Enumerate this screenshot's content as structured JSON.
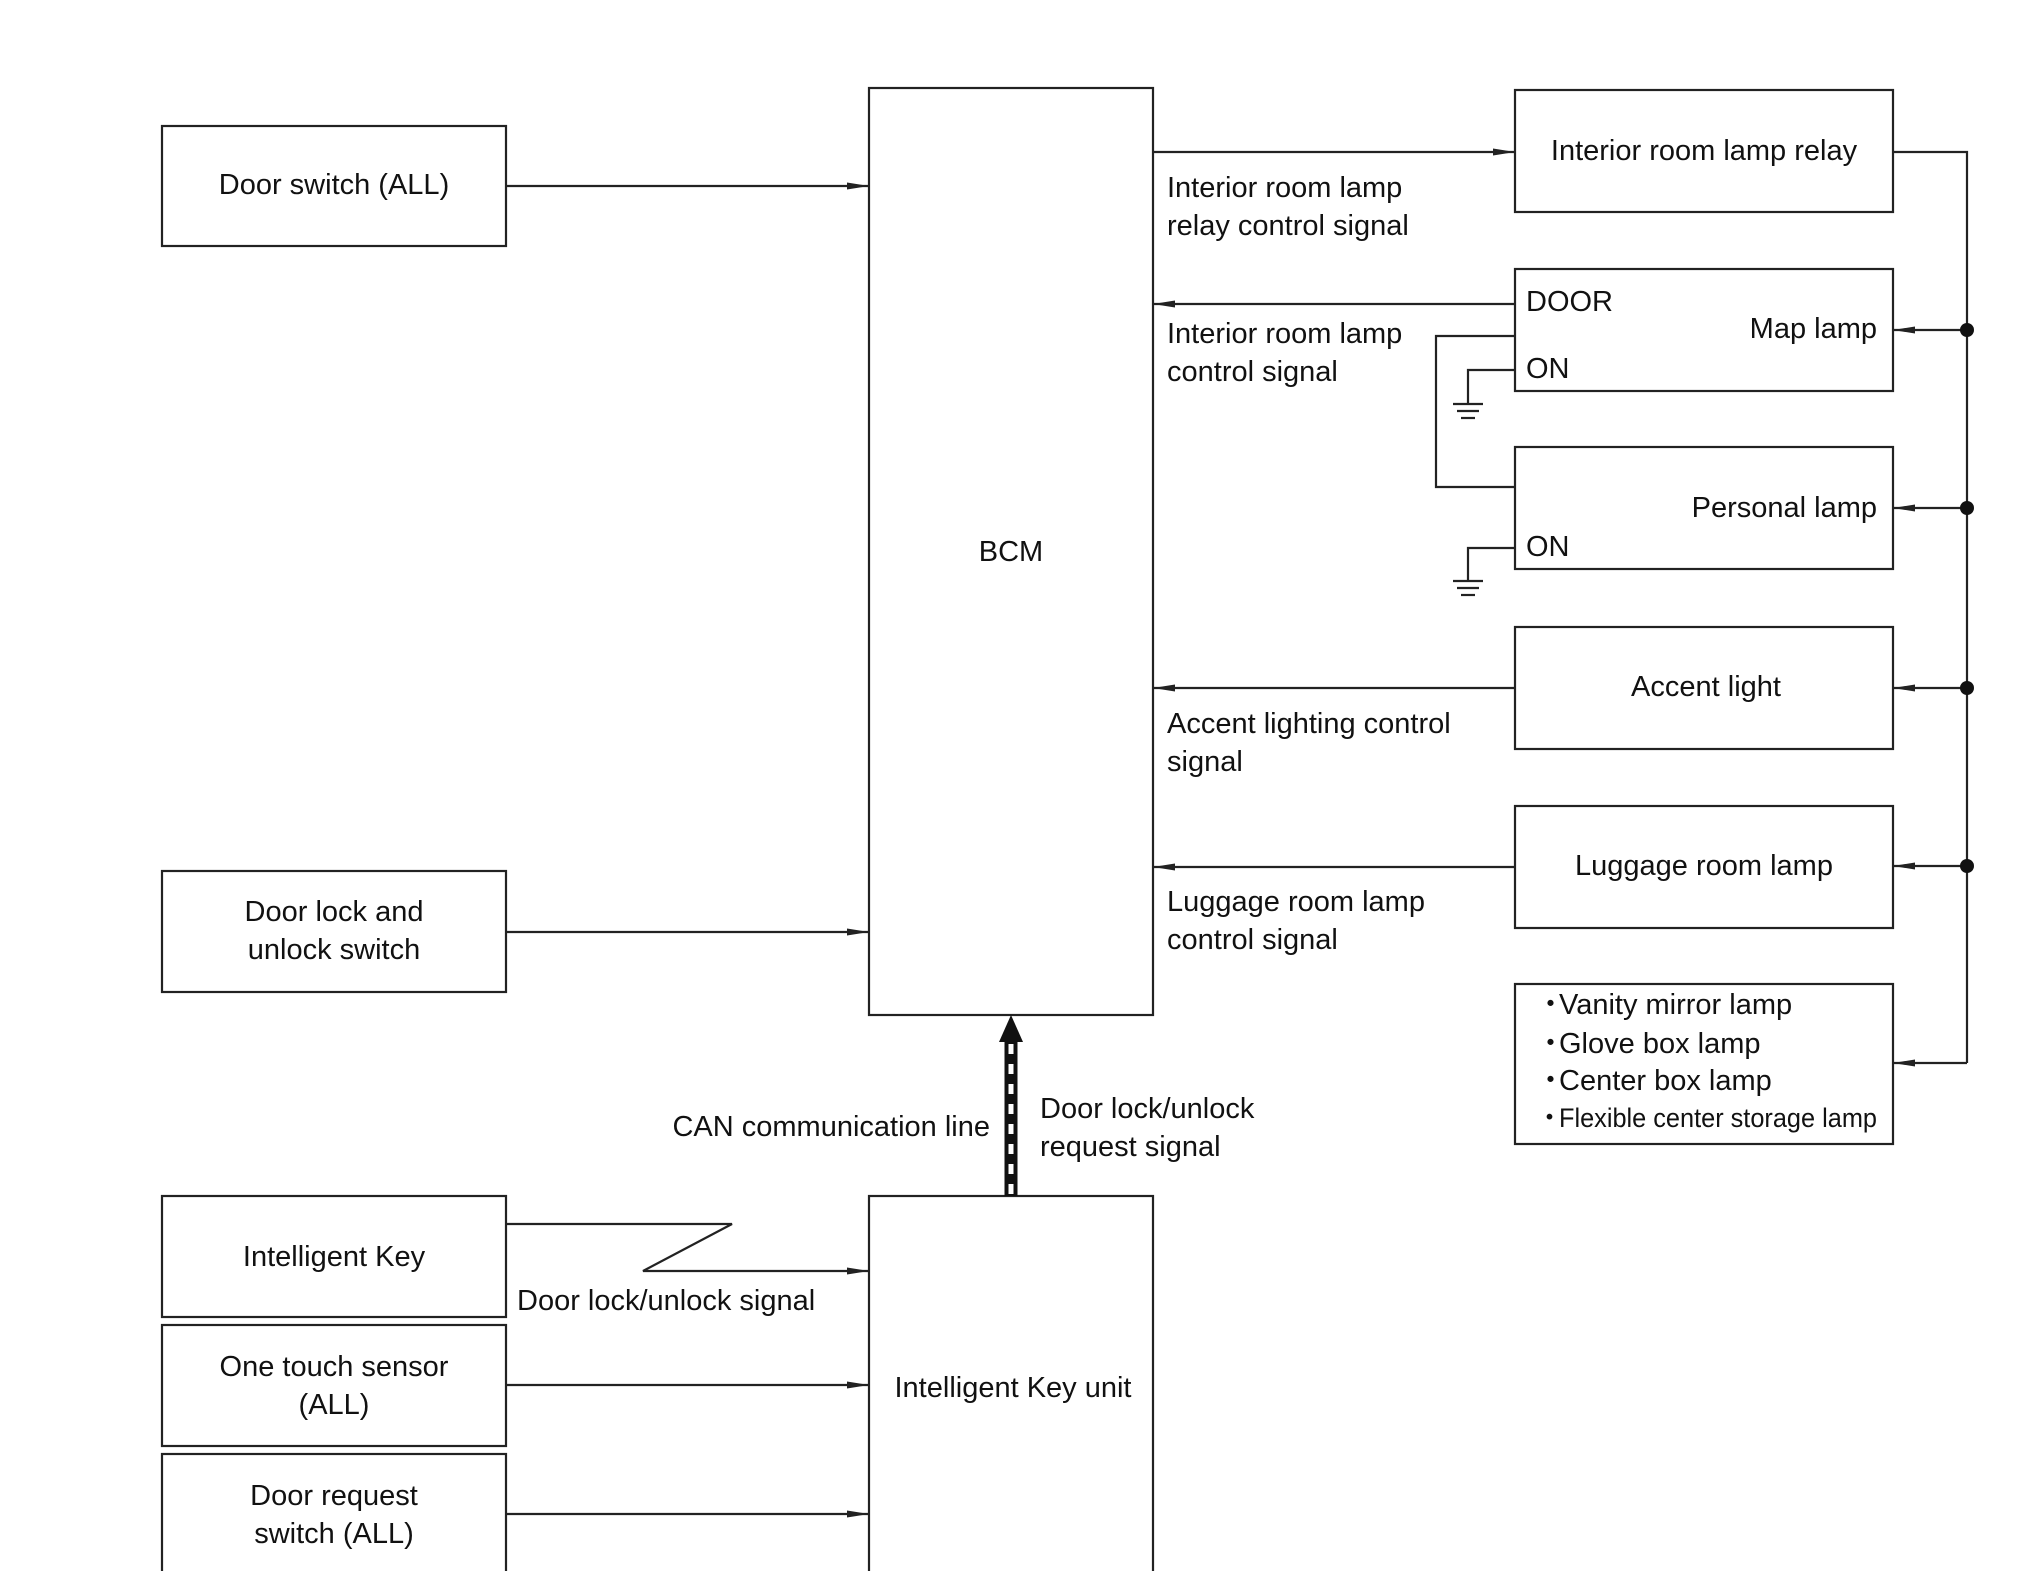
{
  "blocks": {
    "door_switch": [
      "Door switch (ALL)"
    ],
    "door_lock_unlock_switch": [
      "Door lock and",
      "unlock switch"
    ],
    "bcm": [
      "BCM"
    ],
    "intelligent_key": [
      "Intelligent Key"
    ],
    "one_touch_sensor": [
      "One touch sensor",
      "(ALL)"
    ],
    "door_request_switch": [
      "Door request",
      "switch (ALL)"
    ],
    "intelligent_key_unit": [
      "Intelligent Key unit"
    ],
    "interior_room_lamp_relay": [
      "Interior room lamp relay"
    ],
    "map_lamp": {
      "name": "Map lamp",
      "door_terminal": "DOOR",
      "on_terminal": "ON"
    },
    "personal_lamp": {
      "name": "Personal lamp",
      "on_terminal": "ON"
    },
    "accent_light": [
      "Accent light"
    ],
    "luggage_room_lamp": [
      "Luggage room lamp"
    ],
    "other_lamps": [
      "Vanity mirror lamp",
      "Glove box lamp",
      "Center box lamp",
      "Flexible center storage lamp"
    ],
    "bullet": "・"
  },
  "signals": {
    "interior_relay_control": [
      "Interior room lamp",
      "relay control signal"
    ],
    "interior_lamp_control": [
      "Interior room lamp",
      "control signal"
    ],
    "accent_control": [
      "Accent lighting control",
      "signal"
    ],
    "luggage_control": [
      "Luggage room lamp",
      "control signal"
    ],
    "door_lock_unlock_request": [
      "Door lock/unlock",
      "request signal"
    ],
    "can_line": "CAN communication line",
    "door_lock_unlock": "Door lock/unlock signal"
  }
}
